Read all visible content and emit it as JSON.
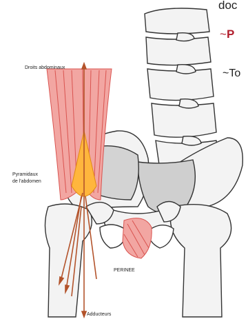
{
  "slide": {
    "fragment_top": "doc",
    "fragment_p_prefix": "~",
    "fragment_p": "P",
    "fragment_t": "~To"
  },
  "labels": {
    "droits": "Droits abdominaux",
    "pyramidaux_line1": "Pyramidaux",
    "pyramidaux_line2": "de l'abdomen",
    "perinee": "PERINEE",
    "adducteurs": "Adducteurs"
  },
  "colors": {
    "muscle_fill": "#f2a6a2",
    "muscle_stroke": "#d9534f",
    "bone_fill": "#f3f3f3",
    "bone_stroke": "#333333",
    "pelvis_shade": "#cfcfcf",
    "force_arrow": "#b3532b",
    "pyramidal_fill": "#ffb63d",
    "accent_text": "#b11d2c"
  }
}
